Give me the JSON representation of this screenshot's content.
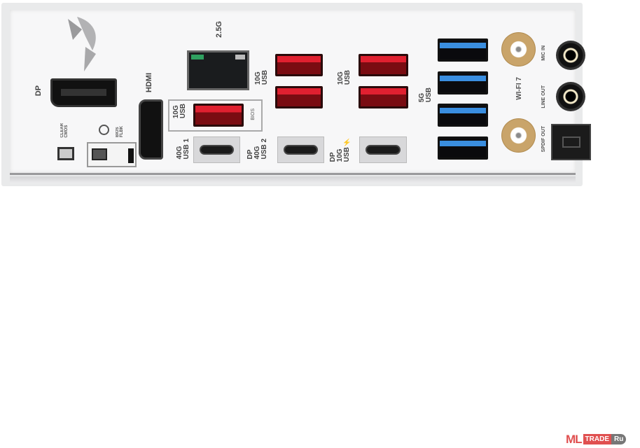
{
  "labels": {
    "dp": "DP",
    "hdmi": "HDMI",
    "clear_cmos": [
      "CLEAR",
      "CMOS"
    ],
    "bios_flbk": [
      "BIOS",
      "FLBK"
    ],
    "lan": "2.5G",
    "usb_bios": [
      "10G",
      "USB"
    ],
    "bios": "BIOS",
    "usb_c1": [
      "40G",
      "USB 1"
    ],
    "usb_c2": [
      "DP",
      "40G",
      "USB 2"
    ],
    "usb_a_10g_1": [
      "10G",
      "USB"
    ],
    "usb_a_10g_2": [
      "10G",
      "USB"
    ],
    "usb_c3": [
      "DP",
      "10G",
      "USB⚡"
    ],
    "usb_5g": [
      "5G",
      "USB"
    ],
    "wifi": "WI-FI 7",
    "mic_in": "MIC IN",
    "line_out": "LINE OUT",
    "spdif_out": "SPDIF OUT"
  },
  "watermark": {
    "left": "ML",
    "right": "TRADE",
    "suffix": "Ru"
  },
  "colors": {
    "usb_10g": "#e02030",
    "usb_5g": "#3a8ee0",
    "antenna": "#c9a46a"
  }
}
